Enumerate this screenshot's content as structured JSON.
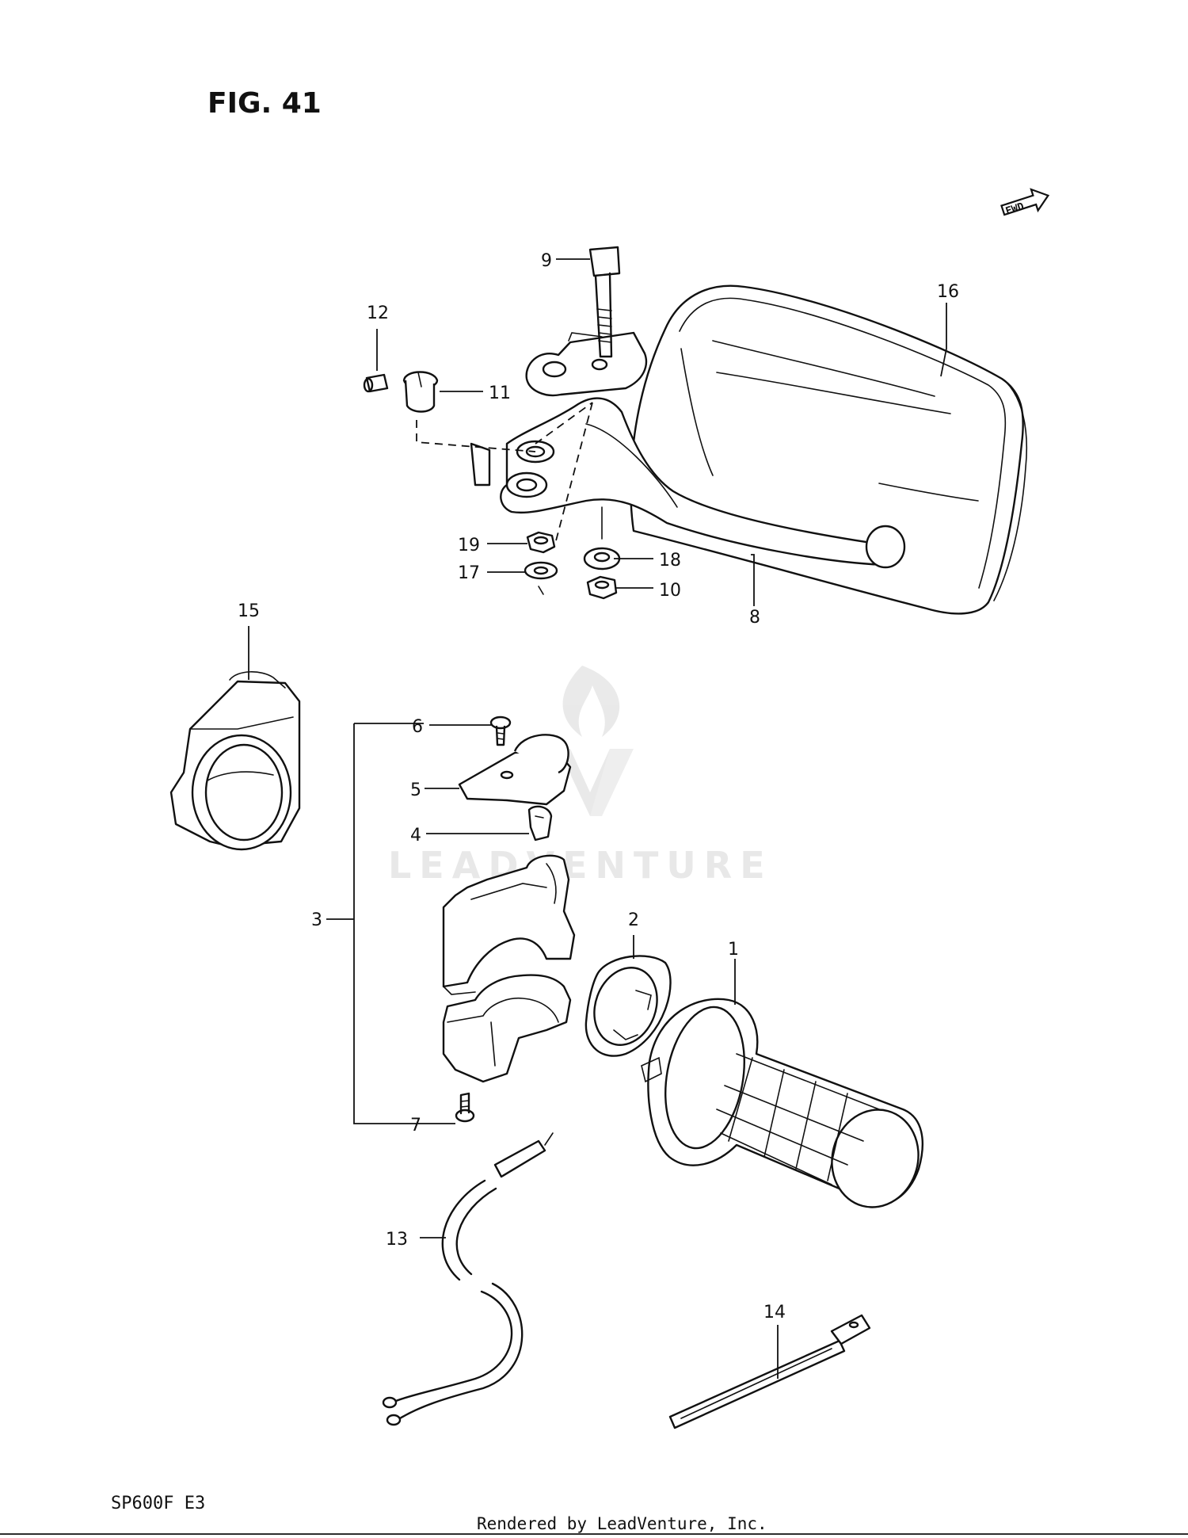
{
  "figure_label": "FIG. 41",
  "direction_badge": "FWD",
  "model_code": "SP600F E3",
  "credit": "Rendered by LeadVenture, Inc.",
  "watermark": "LEADVENTURE",
  "callouts": [
    "1",
    "2",
    "3",
    "4",
    "5",
    "6",
    "7",
    "8",
    "9",
    "10",
    "11",
    "12",
    "13",
    "14",
    "15",
    "16",
    "17",
    "18",
    "19"
  ],
  "icons": [
    "fwd-arrow-icon",
    "leadventure-flame-logo-icon"
  ]
}
